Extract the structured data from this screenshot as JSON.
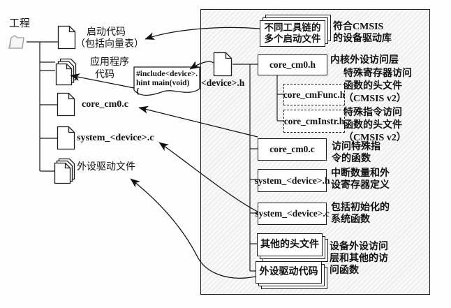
{
  "tree": {
    "root": "工程",
    "items": [
      {
        "line1": "启动代码",
        "line2": "（包括向量表）"
      },
      {
        "line1": "应用程序",
        "line2": "代码"
      },
      {
        "line1": "core_cm0.c"
      },
      {
        "line1": "system_<device>.c"
      },
      {
        "line1": "外设驱动文件"
      }
    ]
  },
  "code_box": {
    "line1": "#include<device>.",
    "line2": "hint main(void)",
    "line3": "{"
  },
  "device_file": {
    "label": "<device>.h"
  },
  "panel": {
    "startup_box": {
      "line1": "不同工具链的",
      "line2": "多个启动文件"
    },
    "files": {
      "core_cm0_h": "core_cm0.h",
      "core_cmFunc_h": "core_cmFunc.h",
      "core_cmInstr_h": "core_cmInstr.h",
      "core_cm0_c": "core_cm0.c",
      "system_device_h": "system_<device>.h",
      "system_device_c": "system_<device>.c",
      "other_headers": "其他的头文件",
      "periph_driver_code": "外设驱动代码"
    },
    "annotations": {
      "cmsis_lib": {
        "line1": "符合CMSIS",
        "line2": "的设备驱动库"
      },
      "core_access": {
        "line1": "内核外设访问层"
      },
      "reg_func": {
        "line1": "特殊寄存器访问",
        "line2": "函数的头文件",
        "line3": "（CMSIS v2）"
      },
      "instr_func": {
        "line1": "特殊指令访问",
        "line2": "函数的头文件",
        "line3": "（CMSIS v2）"
      },
      "special_instr": {
        "line1": "访问特殊指",
        "line2": "令的函数"
      },
      "irq_reg": {
        "line1": "中断数量和外",
        "line2": "设寄存器定义"
      },
      "sys_init": {
        "line1": "包括初始化的",
        "line2": "系统函数"
      },
      "dev_access": {
        "line1": "设备外设访问",
        "line2": "层和其他的访",
        "line3": "问函数"
      }
    }
  },
  "colors": {
    "line": "#1c1c1c",
    "hatch": "#ebebeb",
    "paper": "#ffffff"
  }
}
